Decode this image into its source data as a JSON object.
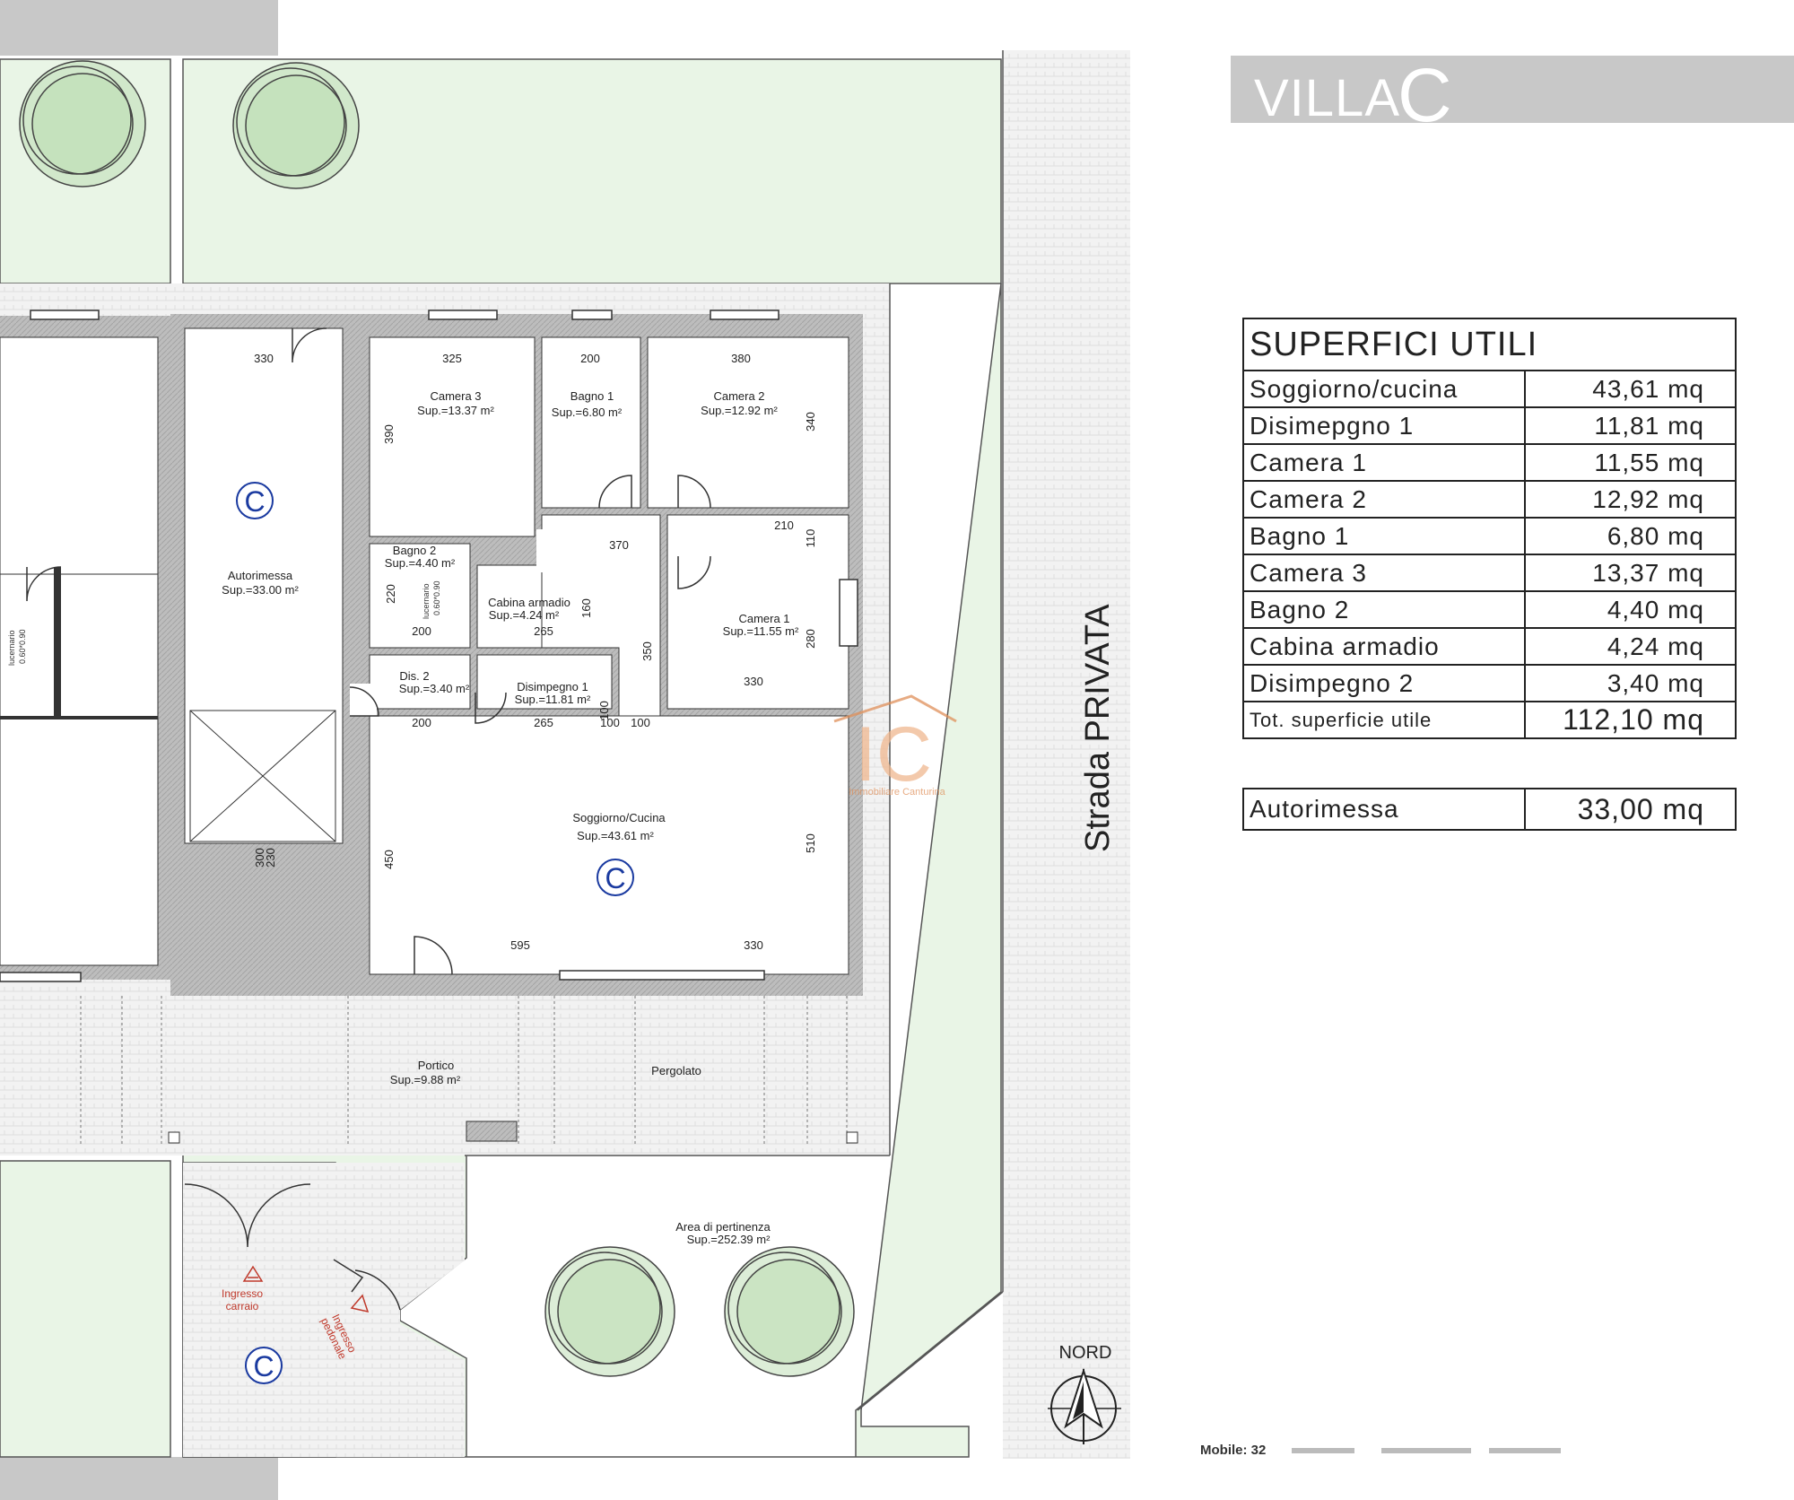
{
  "title": {
    "villa": "VILLA",
    "letter": "C"
  },
  "table": {
    "header": "SUPERFICI UTILI",
    "rows": [
      {
        "label": "Soggiorno/cucina",
        "value": "43,61  mq"
      },
      {
        "label": "Disimepgno 1",
        "value": "11,81  mq"
      },
      {
        "label": "Camera 1",
        "value": "11,55  mq"
      },
      {
        "label": "Camera 2",
        "value": "12,92  mq"
      },
      {
        "label": "Bagno 1",
        "value": "6,80  mq"
      },
      {
        "label": "Camera 3",
        "value": "13,37  mq"
      },
      {
        "label": "Bagno 2",
        "value": "4,40  mq"
      },
      {
        "label": "Cabina armadio",
        "value": "4,24  mq"
      },
      {
        "label": "Disimpegno 2",
        "value": "3,40  mq"
      }
    ],
    "total": {
      "label": "Tot. superficie utile",
      "value": "112,10  mq"
    },
    "garage": {
      "label": "Autorimessa",
      "value": "33,00  mq"
    }
  },
  "plan": {
    "street": "Strada PRIVATA",
    "north": "NORD",
    "unit_marker": "C",
    "logo": {
      "letters": "IC",
      "name": "Immobiliare Canturina"
    },
    "rooms": {
      "camera3": {
        "name": "Camera 3",
        "area": "Sup.=13.37 m²"
      },
      "bagno1": {
        "name": "Bagno 1",
        "area": "Sup.=6.80 m²"
      },
      "camera2": {
        "name": "Camera 2",
        "area": "Sup.=12.92 m²"
      },
      "autorimessa": {
        "name": "Autorimessa",
        "area": "Sup.=33.00 m²"
      },
      "bagno2": {
        "name": "Bagno 2",
        "area": "Sup.=4.40 m²"
      },
      "cabina": {
        "name": "Cabina armadio",
        "area": "Sup.=4.24 m²"
      },
      "camera1": {
        "name": "Camera 1",
        "area": "Sup.=11.55 m²"
      },
      "dis2": {
        "name": "Dis. 2",
        "area": "Sup.=3.40 m²"
      },
      "dis1": {
        "name": "Disimpegno 1",
        "area": "Sup.=11.81 m²"
      },
      "soggiorno": {
        "name": "Soggiorno/Cucina",
        "area": "Sup.=43.61 m²"
      },
      "portico": {
        "name": "Portico",
        "area": "Sup.=9.88 m²"
      },
      "pergolato": {
        "name": "Pergolato"
      },
      "pertinenza": {
        "name": "Area di pertinenza",
        "area": "Sup.=252.39 m²"
      }
    },
    "entrances": {
      "carraio": [
        "Ingresso",
        "carraio"
      ],
      "pedonale": [
        "Ingresso",
        "pedonale"
      ]
    },
    "lucernario": [
      "lucernario",
      "0.60*0.90"
    ],
    "dims": {
      "d330a": "330",
      "d325": "325",
      "d200a": "200",
      "d380": "380",
      "d390": "390",
      "d340": "340",
      "d370": "370",
      "d210a": "210",
      "d110": "110",
      "d220": "220",
      "d200b": "200",
      "d265a": "265",
      "d160": "160",
      "d350": "350",
      "d280": "280",
      "d330b": "330",
      "d200c": "200",
      "d265b": "265",
      "d100a": "100",
      "d100b": "100",
      "d100c": "100",
      "d450": "450",
      "d510": "510",
      "d595": "595",
      "d330c": "330",
      "d300": "300",
      "d230": "230"
    }
  },
  "footer": {
    "mobile": "Mobile:  32"
  }
}
